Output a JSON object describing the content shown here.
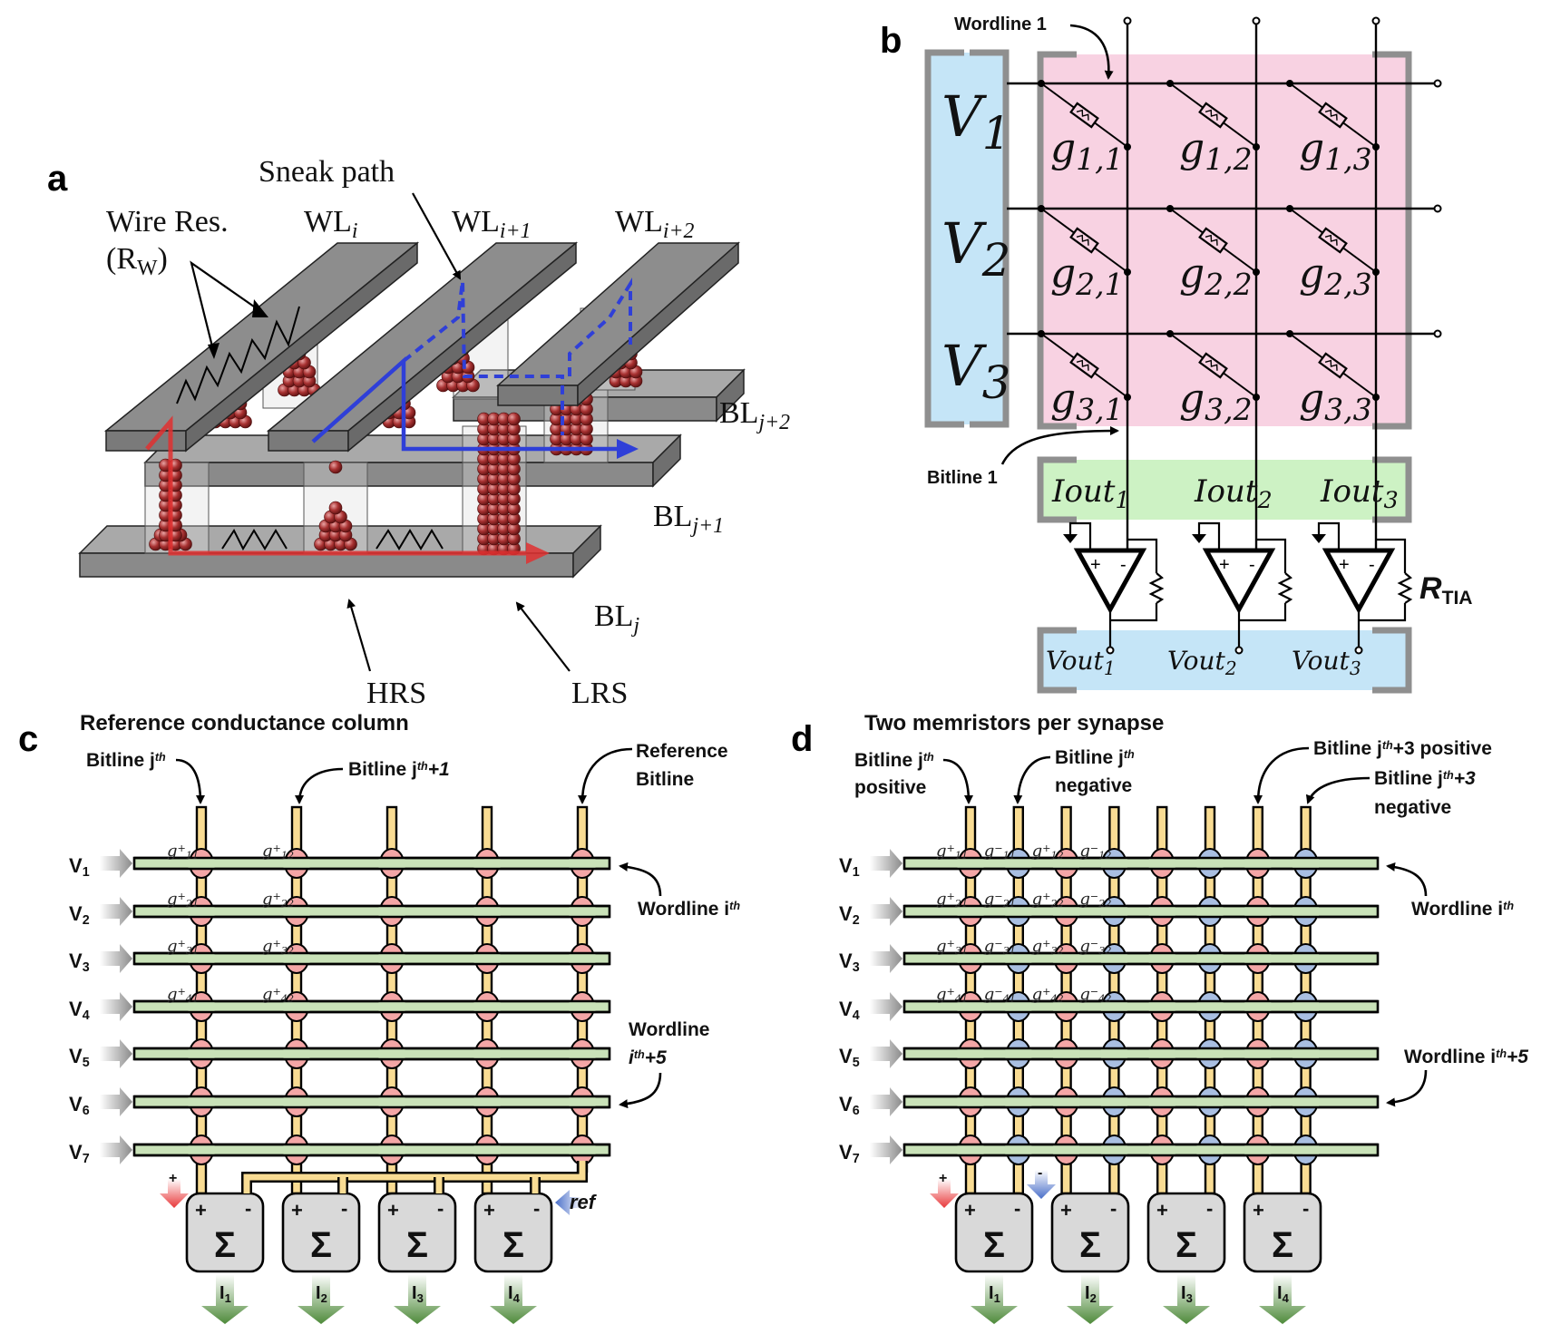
{
  "panels": {
    "a": {
      "label": "a",
      "annotations": {
        "sneak_path": "Sneak path",
        "wire_res_line1": "Wire Res.",
        "wire_res_line2": "(R",
        "wire_res_sub": "W",
        "wire_res_close": ")",
        "hrs": "HRS",
        "lrs": "LRS"
      },
      "wordlines": [
        {
          "base": "WL",
          "sub": "i"
        },
        {
          "base": "WL",
          "sub": "i+1"
        },
        {
          "base": "WL",
          "sub": "i+2"
        }
      ],
      "bitlines": [
        {
          "base": "BL",
          "sub": "j"
        },
        {
          "base": "BL",
          "sub": "j+1"
        },
        {
          "base": "BL",
          "sub": "j+2"
        }
      ],
      "colors": {
        "bar": "#8c8c8c",
        "bar_top": "#a6a6a6",
        "red_path": "#e03030",
        "blue_path": "#2f3fd8",
        "filament": "#9e2b2b"
      }
    },
    "b": {
      "label": "b",
      "wordline_callout": "Wordline 1",
      "bitline_callout": "Bitline 1",
      "inputs": [
        {
          "base": "V",
          "sub": "1"
        },
        {
          "base": "V",
          "sub": "2"
        },
        {
          "base": "V",
          "sub": "3"
        }
      ],
      "conductances": [
        [
          {
            "base": "g",
            "sub": "1,1"
          },
          {
            "base": "g",
            "sub": "1,2"
          },
          {
            "base": "g",
            "sub": "1,3"
          }
        ],
        [
          {
            "base": "g",
            "sub": "2,1"
          },
          {
            "base": "g",
            "sub": "2,2"
          },
          {
            "base": "g",
            "sub": "2,3"
          }
        ],
        [
          {
            "base": "g",
            "sub": "3,1"
          },
          {
            "base": "g",
            "sub": "3,2"
          },
          {
            "base": "g",
            "sub": "3,3"
          }
        ]
      ],
      "currents": [
        {
          "base": "Iout",
          "sub": "1"
        },
        {
          "base": "Iout",
          "sub": "2"
        },
        {
          "base": "Iout",
          "sub": "3"
        }
      ],
      "outputs": [
        {
          "base": "Vout",
          "sub": "1"
        },
        {
          "base": "Vout",
          "sub": "2"
        },
        {
          "base": "Vout",
          "sub": "3"
        }
      ],
      "opamp_signs": [
        "+",
        "-"
      ],
      "feedback_resistor": {
        "base": "R",
        "sub": "TIA"
      },
      "colors": {
        "input_box": "#c5e5f7",
        "array_box": "#f8d2e2",
        "current_box": "#cdf2c4",
        "output_box": "#c5e5f7",
        "bracket": "#8f8f8f"
      }
    },
    "c": {
      "label": "c",
      "title": "Reference conductance column",
      "callouts": {
        "bitline_j": "Bitline j",
        "bitline_j_sup": "th",
        "bitline_j1": "Bitline j",
        "bitline_j1_sup": "th",
        "bitline_j1_suffix": "+1",
        "ref_bitline_1": "Reference",
        "ref_bitline_2": "Bitline",
        "wordline_i": "Wordline i",
        "wordline_i_sup": "th",
        "wordline_i5_1": "Wordline",
        "wordline_i5_2": "i",
        "wordline_i5_sup": "th",
        "wordline_i5_suffix": "+5"
      },
      "inputs": [
        "1",
        "2",
        "3",
        "4",
        "5",
        "6",
        "7"
      ],
      "columns": 5,
      "column_types": [
        "pos",
        "pos",
        "pos",
        "pos",
        "ref"
      ],
      "cell_labels": [
        {
          "row": 1,
          "col": 1,
          "sign": "+",
          "idx": "11"
        },
        {
          "row": 1,
          "col": 2,
          "sign": "+",
          "idx": "12"
        },
        {
          "row": 2,
          "col": 1,
          "sign": "+",
          "idx": "21"
        },
        {
          "row": 2,
          "col": 2,
          "sign": "+",
          "idx": "22"
        },
        {
          "row": 3,
          "col": 1,
          "sign": "+",
          "idx": "31"
        },
        {
          "row": 3,
          "col": 2,
          "sign": "+",
          "idx": "32"
        },
        {
          "row": 4,
          "col": 1,
          "sign": "+",
          "idx": "41"
        },
        {
          "row": 4,
          "col": 2,
          "sign": "+",
          "idx": "42"
        }
      ],
      "summers": [
        {
          "plus": "+",
          "minus": "-",
          "symbol": "Σ",
          "out": "I",
          "out_sub": "1"
        },
        {
          "plus": "+",
          "minus": "-",
          "symbol": "Σ",
          "out": "I",
          "out_sub": "2"
        },
        {
          "plus": "+",
          "minus": "-",
          "symbol": "Σ",
          "out": "I",
          "out_sub": "3"
        },
        {
          "plus": "+",
          "minus": "-",
          "symbol": "Σ",
          "out": "I",
          "out_sub": "4"
        }
      ],
      "plus_marker": "+",
      "ref_marker": "ref"
    },
    "d": {
      "label": "d",
      "title": "Two memristors per synapse",
      "callouts": {
        "bl_pos_1": "Bitline j",
        "bl_pos_sup": "th",
        "bl_pos_2": "positive",
        "bl_neg_1": "Bitline j",
        "bl_neg_sup": "th",
        "bl_neg_2": "negative",
        "bl3_pos": "Bitline j",
        "bl3_pos_sup": "th",
        "bl3_pos_suffix": "+3 positive",
        "bl3_neg_1": "Bitline j",
        "bl3_neg_sup": "th",
        "bl3_neg_suffix": "+3",
        "bl3_neg_2": "negative",
        "wordline_i": "Wordline i",
        "wordline_i_sup": "th",
        "wordline_i5": "Wordline i",
        "wordline_i5_sup": "th",
        "wordline_i5_suffix": "+5"
      },
      "inputs": [
        "1",
        "2",
        "3",
        "4",
        "5",
        "6",
        "7"
      ],
      "columns": 8,
      "column_types": [
        "pos",
        "neg",
        "pos",
        "neg",
        "pos",
        "neg",
        "pos",
        "neg"
      ],
      "cell_labels": [
        {
          "row": 1,
          "col": 1,
          "sign": "+",
          "idx": "11"
        },
        {
          "row": 1,
          "col": 2,
          "sign": "−",
          "idx": "11"
        },
        {
          "row": 1,
          "col": 3,
          "sign": "+",
          "idx": "12"
        },
        {
          "row": 1,
          "col": 4,
          "sign": "−",
          "idx": "12"
        },
        {
          "row": 2,
          "col": 1,
          "sign": "+",
          "idx": "21"
        },
        {
          "row": 2,
          "col": 2,
          "sign": "−",
          "idx": "21"
        },
        {
          "row": 2,
          "col": 3,
          "sign": "+",
          "idx": "22"
        },
        {
          "row": 2,
          "col": 4,
          "sign": "−",
          "idx": "22"
        },
        {
          "row": 3,
          "col": 1,
          "sign": "+",
          "idx": "31"
        },
        {
          "row": 3,
          "col": 2,
          "sign": "−",
          "idx": "31"
        },
        {
          "row": 3,
          "col": 3,
          "sign": "+",
          "idx": "32"
        },
        {
          "row": 3,
          "col": 4,
          "sign": "−",
          "idx": "32"
        },
        {
          "row": 4,
          "col": 1,
          "sign": "+",
          "idx": "41"
        },
        {
          "row": 4,
          "col": 2,
          "sign": "−",
          "idx": "41"
        },
        {
          "row": 4,
          "col": 3,
          "sign": "+",
          "idx": "42"
        },
        {
          "row": 4,
          "col": 4,
          "sign": "−",
          "idx": "42"
        }
      ],
      "summers": [
        {
          "plus": "+",
          "minus": "-",
          "symbol": "Σ",
          "out": "I",
          "out_sub": "1"
        },
        {
          "plus": "+",
          "minus": "-",
          "symbol": "Σ",
          "out": "I",
          "out_sub": "2"
        },
        {
          "plus": "+",
          "minus": "-",
          "symbol": "Σ",
          "out": "I",
          "out_sub": "3"
        },
        {
          "plus": "+",
          "minus": "-",
          "symbol": "Σ",
          "out": "I",
          "out_sub": "4"
        }
      ],
      "plus_marker": "+",
      "minus_marker": "-"
    }
  },
  "input_prefix": "V",
  "colors": {
    "wordline_fill": "#c9e2b8",
    "bitline_fill": "#f9dc93",
    "pos_cell": "#f4a6a6",
    "neg_cell": "#a9bfe2",
    "summer_fill": "#d9d9d9",
    "out_arrow": "#4e8a3a",
    "plus_arrow": "#e8383a",
    "minus_arrow": "#4a6fc9",
    "input_arrow": "#8c8c8c"
  }
}
